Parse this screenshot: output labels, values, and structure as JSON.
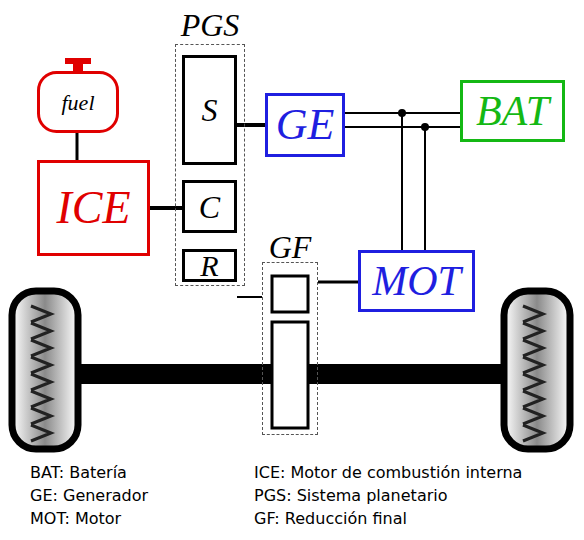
{
  "diagram": {
    "nodes": [
      {
        "text": [
          "fuel"
        ]
      },
      {
        "text": [
          "ICE"
        ]
      },
      {
        "text": [
          "PGS"
        ]
      },
      {
        "text": [
          "S"
        ],
        "in": 2
      },
      {
        "text": [
          "C"
        ],
        "in": 2
      },
      {
        "text": [
          "R"
        ],
        "in": 2
      },
      {
        "text": [
          "GE"
        ]
      },
      {
        "text": [
          "BAT"
        ]
      },
      {
        "text": [
          "GF"
        ]
      },
      {
        "text": [
          "MOT"
        ]
      }
    ],
    "edges": [
      {
        "from": 0,
        "to": 1,
        "arrow": "none"
      },
      {
        "from": 1,
        "to": 4,
        "arrow": "none"
      },
      {
        "from": 3,
        "to": 6,
        "arrow": "none"
      },
      {
        "from": 6,
        "to": 7,
        "arrow": "none"
      },
      {
        "from": 6,
        "to": 9,
        "arrow": "none"
      },
      {
        "from": 5,
        "to": 8,
        "arrow": "none"
      },
      {
        "from": 9,
        "to": 8,
        "arrow": "none"
      }
    ],
    "labels": [
      "BAT: Batería",
      "GE: Generador",
      "MOT: Motor",
      "ICE: Motor de combustión interna",
      "PGS: Sistema planetario",
      "GF: Reducción final"
    ]
  }
}
